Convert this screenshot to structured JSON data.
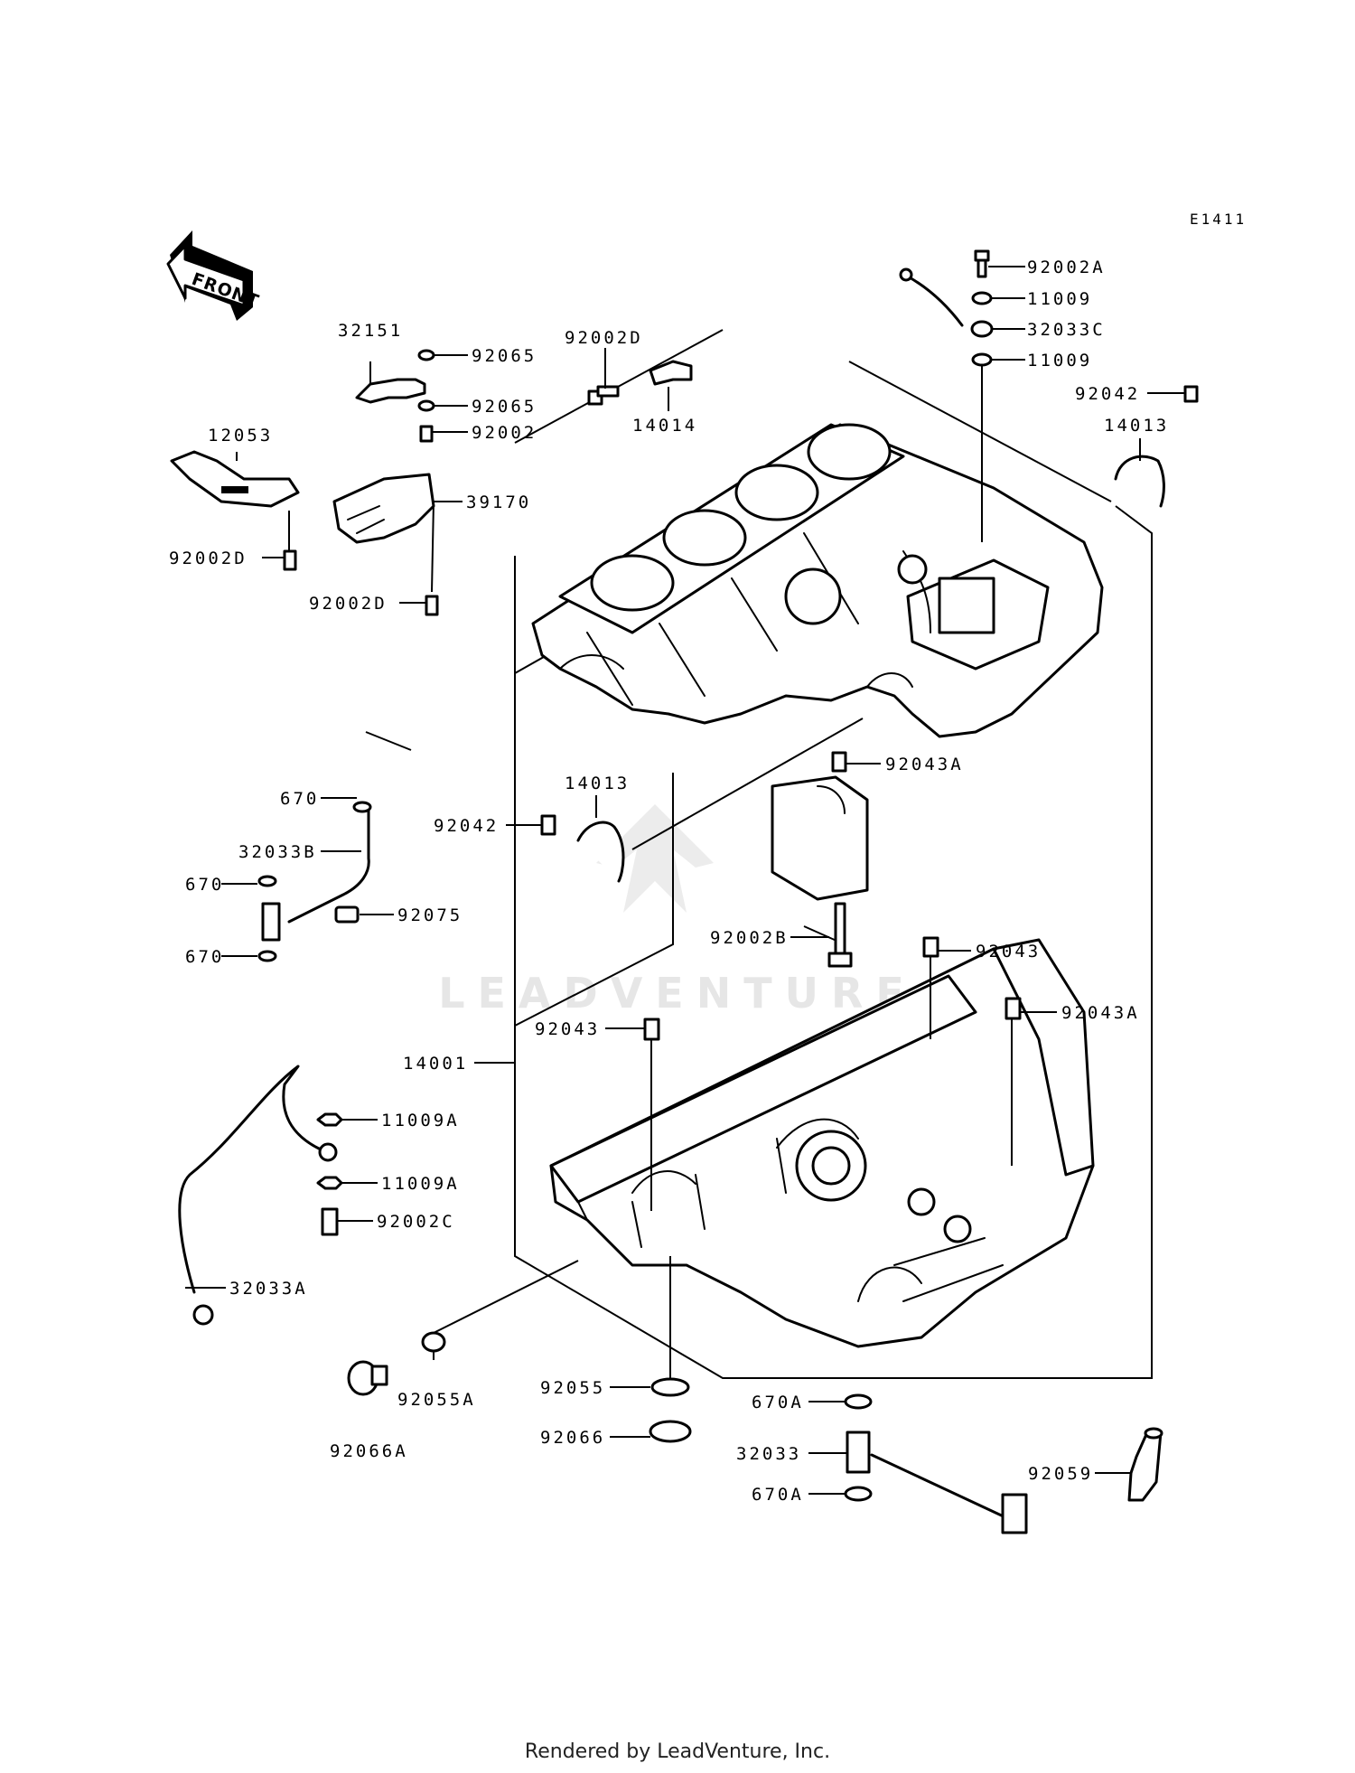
{
  "diagram_code": "E1411",
  "front_label": "FRONT",
  "watermark": "LEADVENTURE",
  "footer": "Rendered by LeadVenture, Inc.",
  "parts": [
    "92002A",
    "11009",
    "32033C",
    "11009",
    "92042",
    "14013",
    "32151",
    "92065",
    "92065",
    "92002",
    "92002D",
    "14014",
    "12053",
    "92002D",
    "39170",
    "92002D",
    "670",
    "32033B",
    "670",
    "92075",
    "670",
    "92042",
    "14013",
    "92043A",
    "92002B",
    "92043",
    "92043A",
    "92043",
    "14001",
    "11009A",
    "11009A",
    "92002C",
    "32033A",
    "92055A",
    "92066A",
    "92055",
    "92066",
    "670A",
    "32033",
    "670A",
    "92059"
  ]
}
